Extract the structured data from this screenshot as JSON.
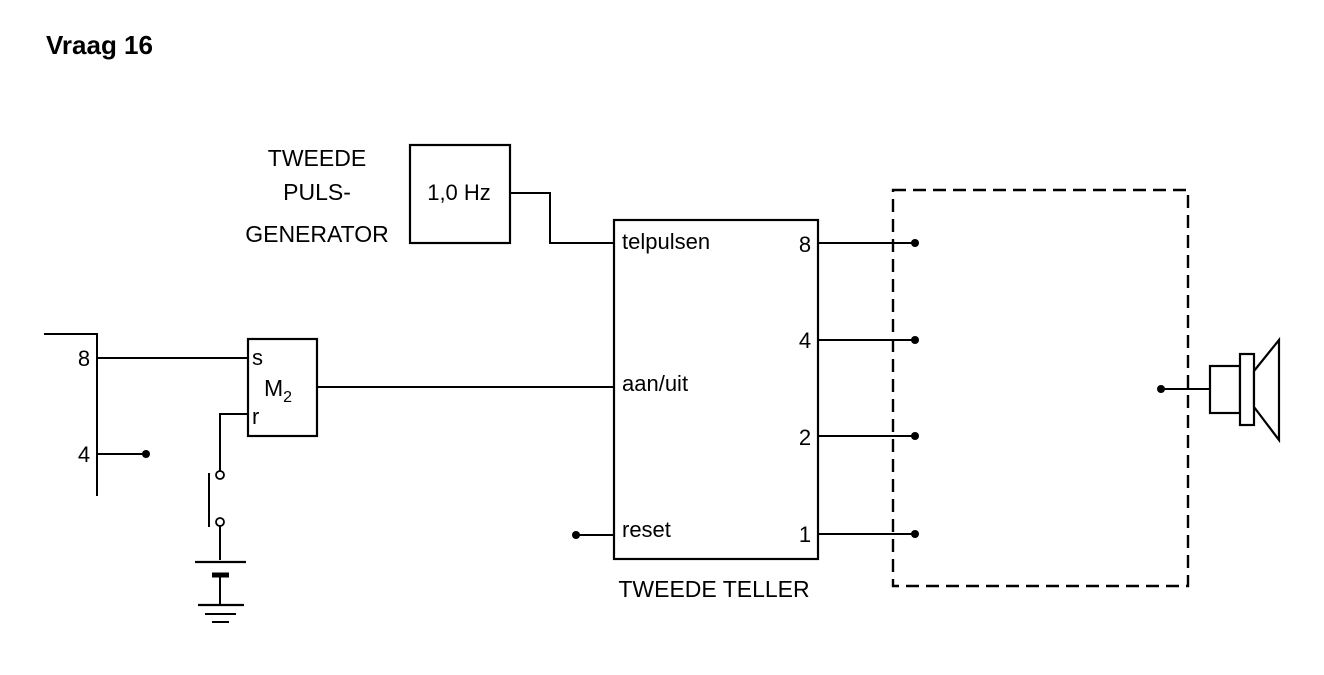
{
  "title": "Vraag 16",
  "pulse_generator": {
    "label_lines": [
      "TWEEDE",
      "PULS-",
      "GENERATOR"
    ],
    "frequency": "1,0 Hz"
  },
  "counter": {
    "name": "TWEEDE TELLER",
    "inputs": {
      "count": "telpulsen",
      "enable": "aan/uit",
      "reset": "reset"
    },
    "outputs": [
      "8",
      "4",
      "2",
      "1"
    ]
  },
  "first_counter_outputs": [
    "8",
    "4"
  ],
  "memory": {
    "name": "M",
    "subscript": "2",
    "set": "s",
    "reset": "r"
  }
}
